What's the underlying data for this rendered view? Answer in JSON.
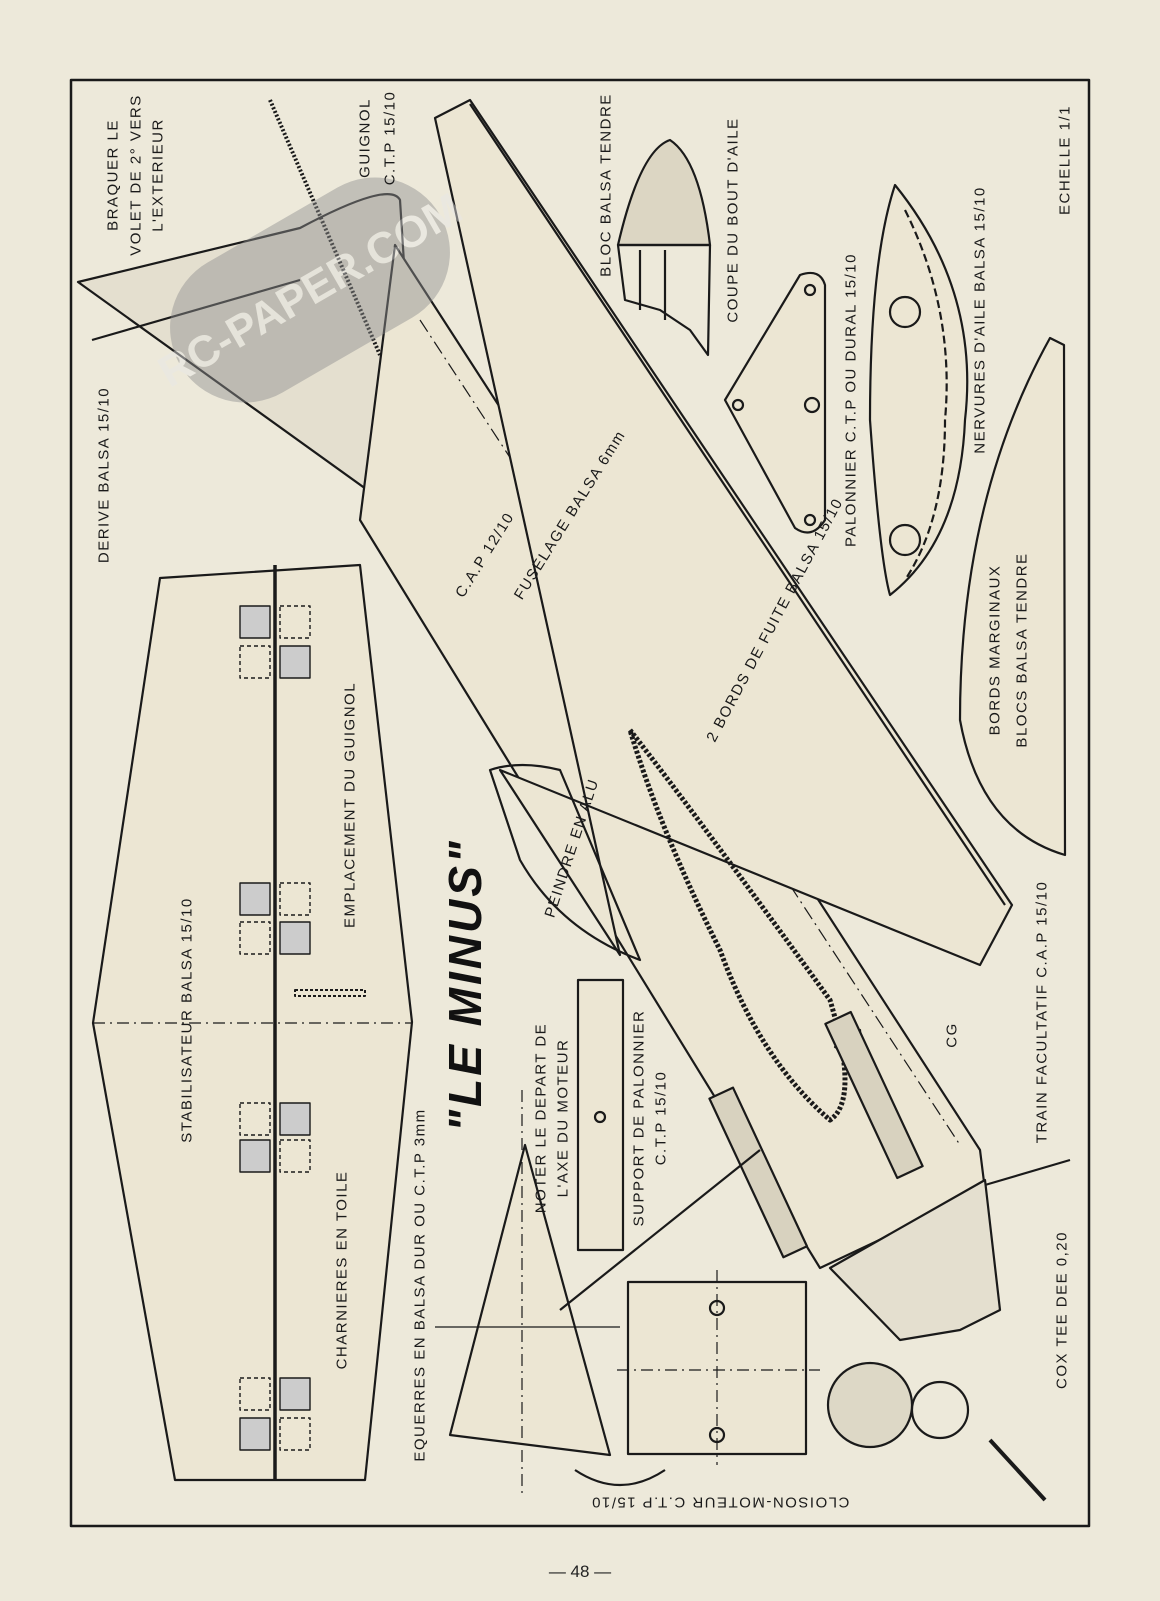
{
  "title": "\"LE MINUS\"",
  "watermark": "RC-PAPER.COM",
  "page_number": "— 48 —",
  "labels": {
    "braquer": [
      "BRAQUER LE",
      "VOLET DE 2° VERS",
      "L'EXTERIEUR"
    ],
    "guignol": [
      "GUIGNOL",
      "C.T.P 15/10"
    ],
    "derive": "DERIVE BALSA 15/10",
    "bloc": "BLOC BALSA TENDRE",
    "coupe": "COUPE DU BOUT D'AILE",
    "palonnier": "PALONNIER C.T.P OU DURAL 15/10",
    "nervures": "NERVURES D'AILE BALSA 15/10",
    "echelle": "ECHELLE 1/1",
    "cap": "C.A.P 12/10",
    "fuselage": "FUSELAGE BALSA 6mm",
    "bords_fuite": "2 BORDS DE FUITE BALSA 15/10",
    "bords_marginaux": [
      "BORDS MARGINAUX",
      "BLOCS BALSA TENDRE"
    ],
    "stab": "STABILISATEUR      BALSA 15/10",
    "emplacement": "EMPLACEMENT DU GUIGNOL",
    "charnieres": "CHARNIERES EN TOILE",
    "peindre": "PEINDRE EN ALU",
    "noter": [
      "NOTER LE DEPART DE",
      "L'AXE DU MOTEUR"
    ],
    "support": [
      "SUPPORT DE PALONNIER",
      "C.T.P 15/10"
    ],
    "cg": "CG",
    "train": "TRAIN FACULTATIF C.A.P 15/10",
    "equerres": "EQUERRES EN BALSA DUR OU C.T.P 3mm",
    "cox": "COX TEE DEE 0,20",
    "cloison": "CLOISON-MOTEUR C.T.P 15/10"
  },
  "colors": {
    "paper": "#ede9da",
    "ink": "#1a1a1a",
    "watermark": "#9a9a9a"
  }
}
